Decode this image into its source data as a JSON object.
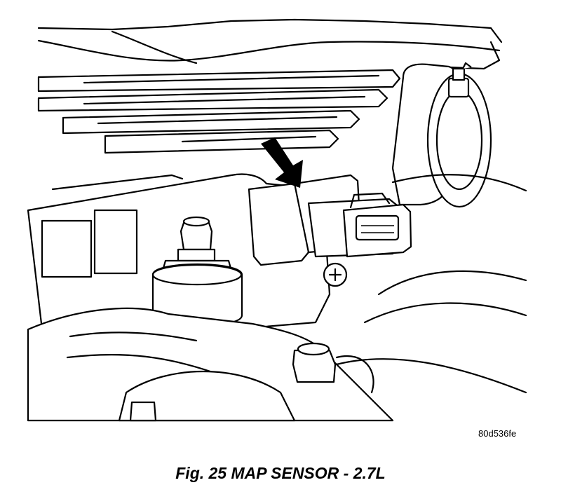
{
  "figure": {
    "code": "80d536fe",
    "caption": "Fig. 25 MAP SENSOR - 2.7L",
    "arrow_icon": "arrow-pointer",
    "colors": {
      "ink": "#000000",
      "paper": "#ffffff"
    }
  }
}
